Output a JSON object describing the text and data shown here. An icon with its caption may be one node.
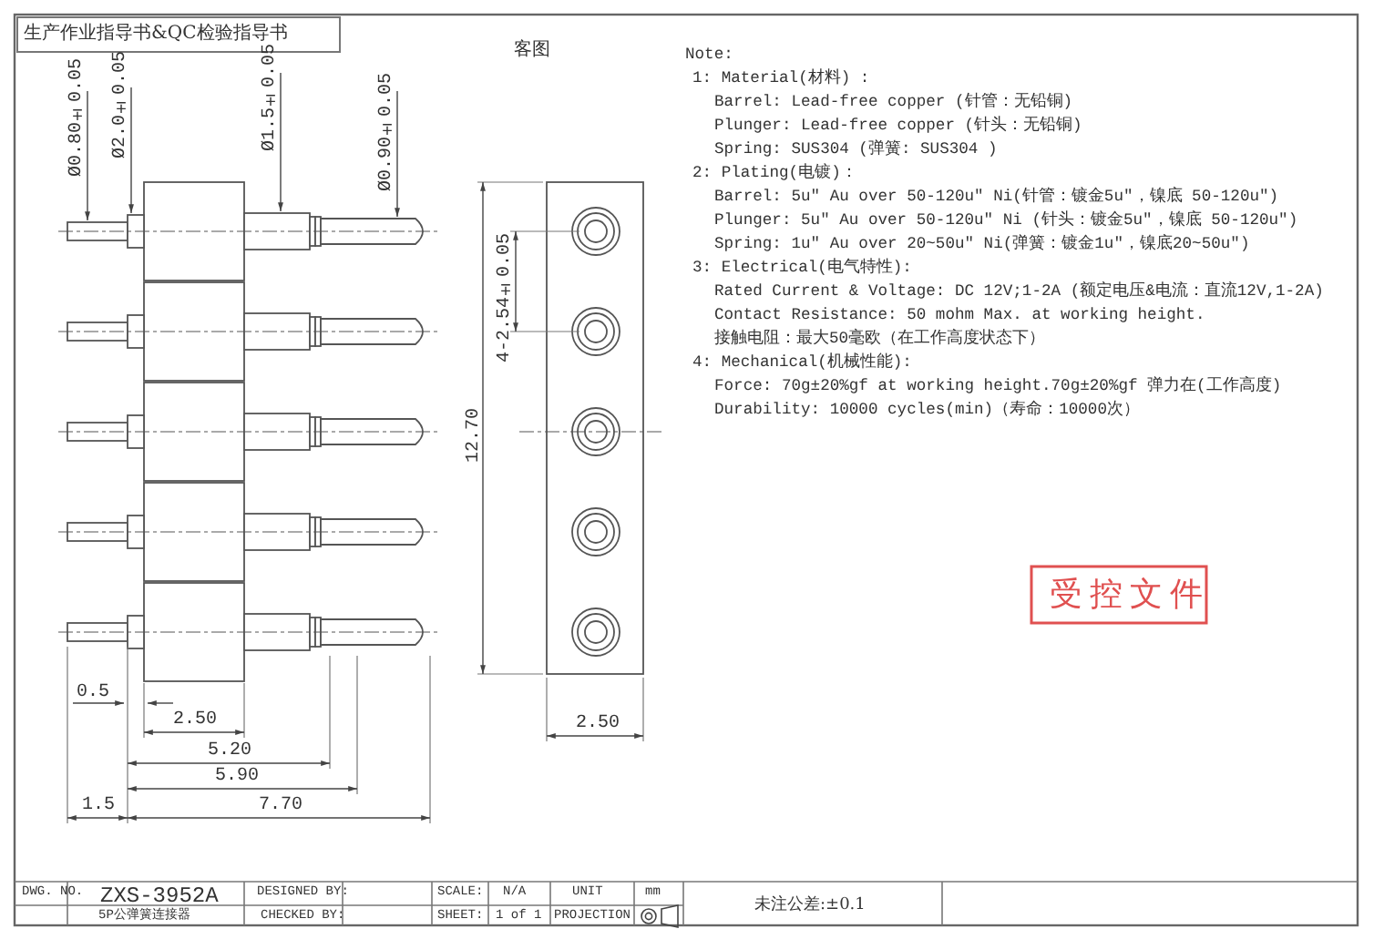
{
  "diagram": {
    "title": "生产作业指导书&QC检验指导书",
    "labels": [
      "Ø0.80±0.05",
      "Ø2.0±0.05",
      "Ø1.5±0.05",
      "Ø0.90±0.05",
      "客图",
      "4-2.54±0.05",
      "12.70",
      "0.5",
      "2.50",
      "5.20",
      "5.90",
      "1.5",
      "7.70",
      "2.50",
      "Note:",
      "1: Material(材料) :",
      "Barrel: Lead-free copper  (针管：无铅铜)",
      "Plunger: Lead-free copper  (针头：无铅铜)",
      "Spring: SUS304  (弹簧: SUS304 )",
      "2: Plating(电镀)：",
      "Barrel: 5u\" Au over 50-120u\" Ni(针管：镀金5u\"，镍底 50-120u\")",
      "Plunger: 5u\" Au over  50-120u\" Ni (针头：镀金5u\"，镍底 50-120u\")",
      "Spring: 1u\" Au over 20~50u\" Ni(弹簧：镀金1u\"，镍底20~50u\")",
      "3: Electrical(电气特性):",
      "Rated Current & Voltage: DC 12V;1-2A (额定电压&电流：直流12V,1-2A)",
      "Contact Resistance: 50 mohm Max. at working height.",
      "接触电阻：最大50毫欧（在工作高度状态下）",
      "4: Mechanical(机械性能):",
      "Force: 70g±20%gf  at working height.70g±20%gf  弹力在(工作高度)",
      "Durability: 10000 cycles(min)（寿命：10000次）",
      "受控文件",
      "DWG. NO.",
      "ZXS-3952A",
      "DESIGNED BY:",
      "SCALE:",
      "N/A",
      "UNIT",
      "mm",
      "5P公弹簧连接器",
      "CHECKED BY:",
      "SHEET:",
      "1 of 1",
      "PROJECTION",
      "未注公差:±0.1"
    ]
  }
}
